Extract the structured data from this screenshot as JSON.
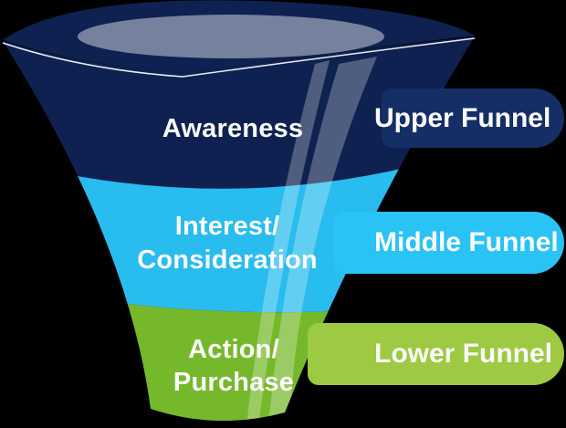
{
  "diagram": {
    "background_color": "#000000",
    "text_color": "#FAFAFA",
    "rim_inner_color": "#76819E",
    "highlight_color": "rgba(255,255,255,0.27)",
    "white_edge_color": "#FFFFFF",
    "stages": [
      {
        "name": "awareness",
        "lines": [
          "Awareness"
        ],
        "band_color": "#0E2150",
        "tag": {
          "label": "Upper Funnel",
          "color": "#152F66"
        }
      },
      {
        "name": "interest-consideration",
        "lines": [
          "Interest/",
          "Consideration"
        ],
        "band_color": "#29BCEE",
        "tag": {
          "label": "Middle Funnel",
          "color": "#29C3F5"
        }
      },
      {
        "name": "action-purchase",
        "lines": [
          "Action/",
          "Purchase"
        ],
        "band_color": "#76B82B",
        "tag": {
          "label": "Lower Funnel",
          "color": "#9EC943"
        }
      }
    ]
  }
}
